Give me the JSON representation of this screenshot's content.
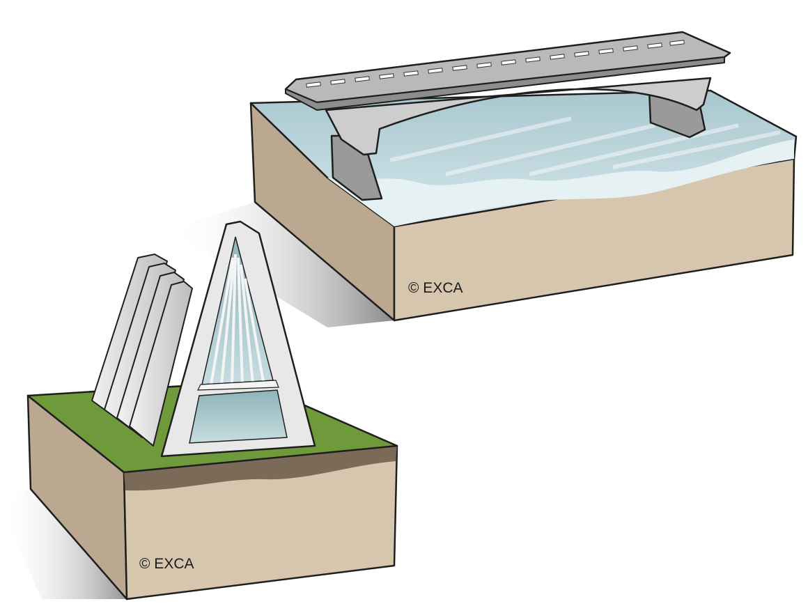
{
  "illustrations": [
    {
      "id": "bridge",
      "credit": "© EXCA"
    },
    {
      "id": "church",
      "credit": "© EXCA"
    }
  ],
  "colors": {
    "soil": "#d6c6ad",
    "soil_dark": "#bba890",
    "water": "#b9d3da",
    "water_light": "#e6f1f3",
    "concrete": "#cdcdcd",
    "concrete_dark": "#9a9a9a",
    "grass": "#6f9a3c",
    "glass": "#a9c9cd",
    "outline": "#1e1e1e"
  }
}
